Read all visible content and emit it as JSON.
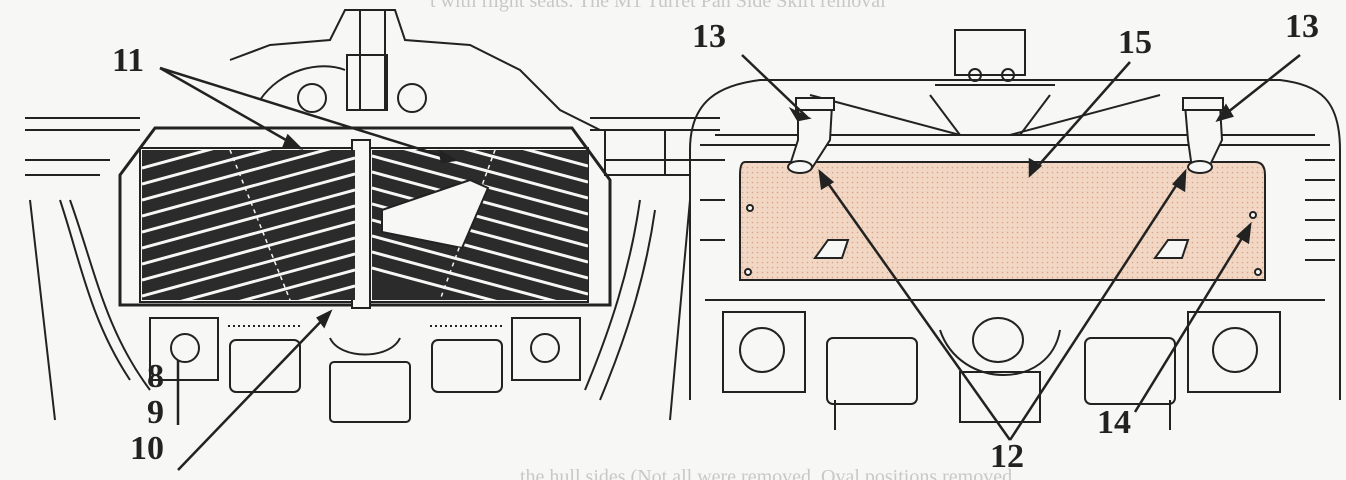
{
  "colors": {
    "ink": "#222222",
    "paper": "#f7f7f5",
    "cover_fill": "#f1d7c4",
    "grille_dark": "#2b2b2b"
  },
  "left_panel": {
    "labels": {
      "l11": "11",
      "l8": "8",
      "l9": "9",
      "l10": "10"
    }
  },
  "right_panel": {
    "labels": {
      "l13_left": "13",
      "l15": "15",
      "l13_right": "13",
      "l14": "14",
      "l12": "12"
    }
  },
  "bleed_text": {
    "top": "t with flight seats. The M1 Turret Pan Side Skirt removal",
    "bottom": "the hull sides (Not all were removed. Oval positions removed"
  }
}
